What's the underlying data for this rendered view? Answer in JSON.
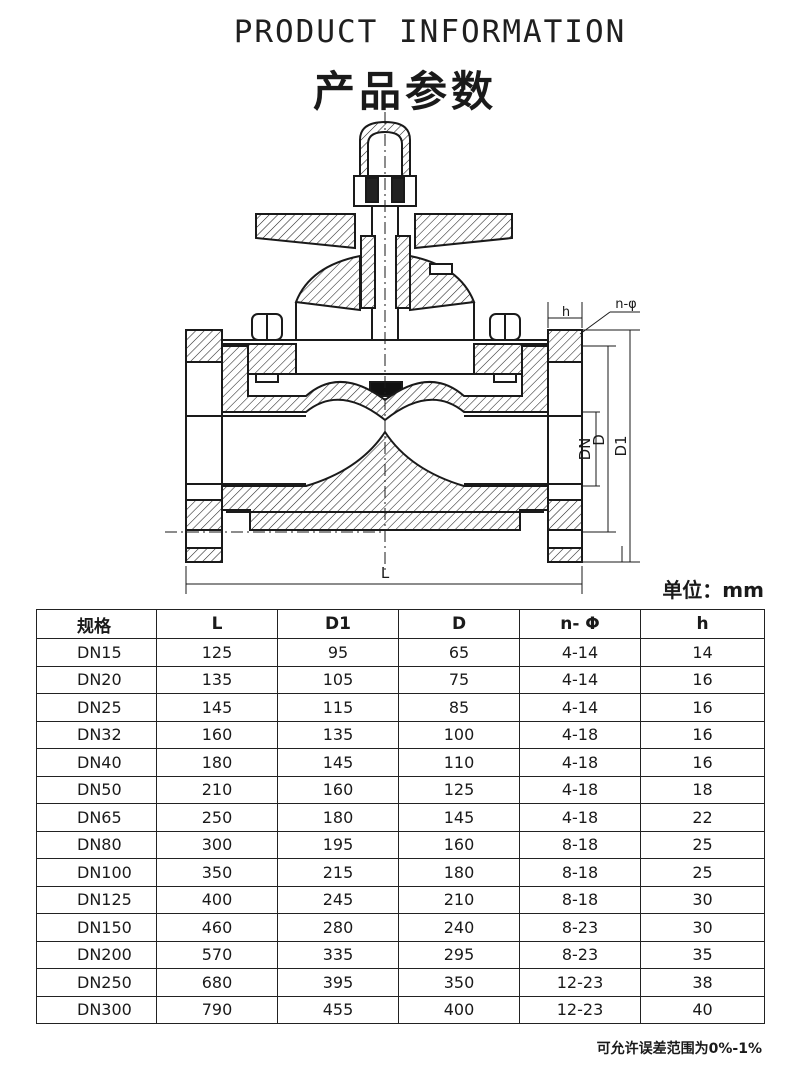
{
  "header": {
    "title_en": "PRODUCT INFORMATION",
    "title_cn": "产品参数"
  },
  "drawing": {
    "dim_h": "h",
    "dim_n_phi": "n-φ",
    "dim_dn": "DN",
    "dim_d": "D",
    "dim_d1": "D1",
    "dim_l": "L"
  },
  "unit_label": "单位：mm",
  "table": {
    "headers": [
      "规格",
      "L",
      "D1",
      "D",
      "n- Φ",
      "h"
    ],
    "rows": [
      [
        "DN15",
        "125",
        "95",
        "65",
        "4-14",
        "14"
      ],
      [
        "DN20",
        "135",
        "105",
        "75",
        "4-14",
        "16"
      ],
      [
        "DN25",
        "145",
        "115",
        "85",
        "4-14",
        "16"
      ],
      [
        "DN32",
        "160",
        "135",
        "100",
        "4-18",
        "16"
      ],
      [
        "DN40",
        "180",
        "145",
        "110",
        "4-18",
        "16"
      ],
      [
        "DN50",
        "210",
        "160",
        "125",
        "4-18",
        "18"
      ],
      [
        "DN65",
        "250",
        "180",
        "145",
        "4-18",
        "22"
      ],
      [
        "DN80",
        "300",
        "195",
        "160",
        "8-18",
        "25"
      ],
      [
        "DN100",
        "350",
        "215",
        "180",
        "8-18",
        "25"
      ],
      [
        "DN125",
        "400",
        "245",
        "210",
        "8-18",
        "30"
      ],
      [
        "DN150",
        "460",
        "280",
        "240",
        "8-23",
        "30"
      ],
      [
        "DN200",
        "570",
        "335",
        "295",
        "8-23",
        "35"
      ],
      [
        "DN250",
        "680",
        "395",
        "350",
        "12-23",
        "38"
      ],
      [
        "DN300",
        "790",
        "455",
        "400",
        "12-23",
        "40"
      ]
    ]
  },
  "footer_note": "可允许误差范围为0%-1%"
}
